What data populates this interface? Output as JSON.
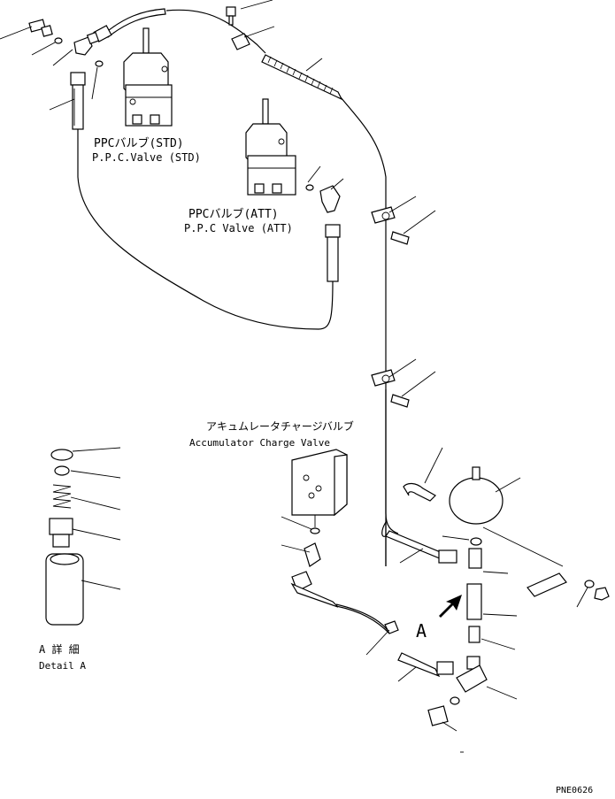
{
  "labels": {
    "ppc_std_jp": "PPCバルブ(STD)",
    "ppc_std_en": "P.P.C.Valve (STD)",
    "ppc_att_jp": "PPCバルブ(ATT)",
    "ppc_att_en": "P.P.C Valve (ATT)",
    "acc_jp": "アキュムレータチャージバルブ",
    "acc_en": "Accumulator Charge Valve",
    "view_marker": "A",
    "detail_jp": "A 詳 細",
    "detail_en": "Detail A",
    "drawing_code": "PNE0626"
  }
}
